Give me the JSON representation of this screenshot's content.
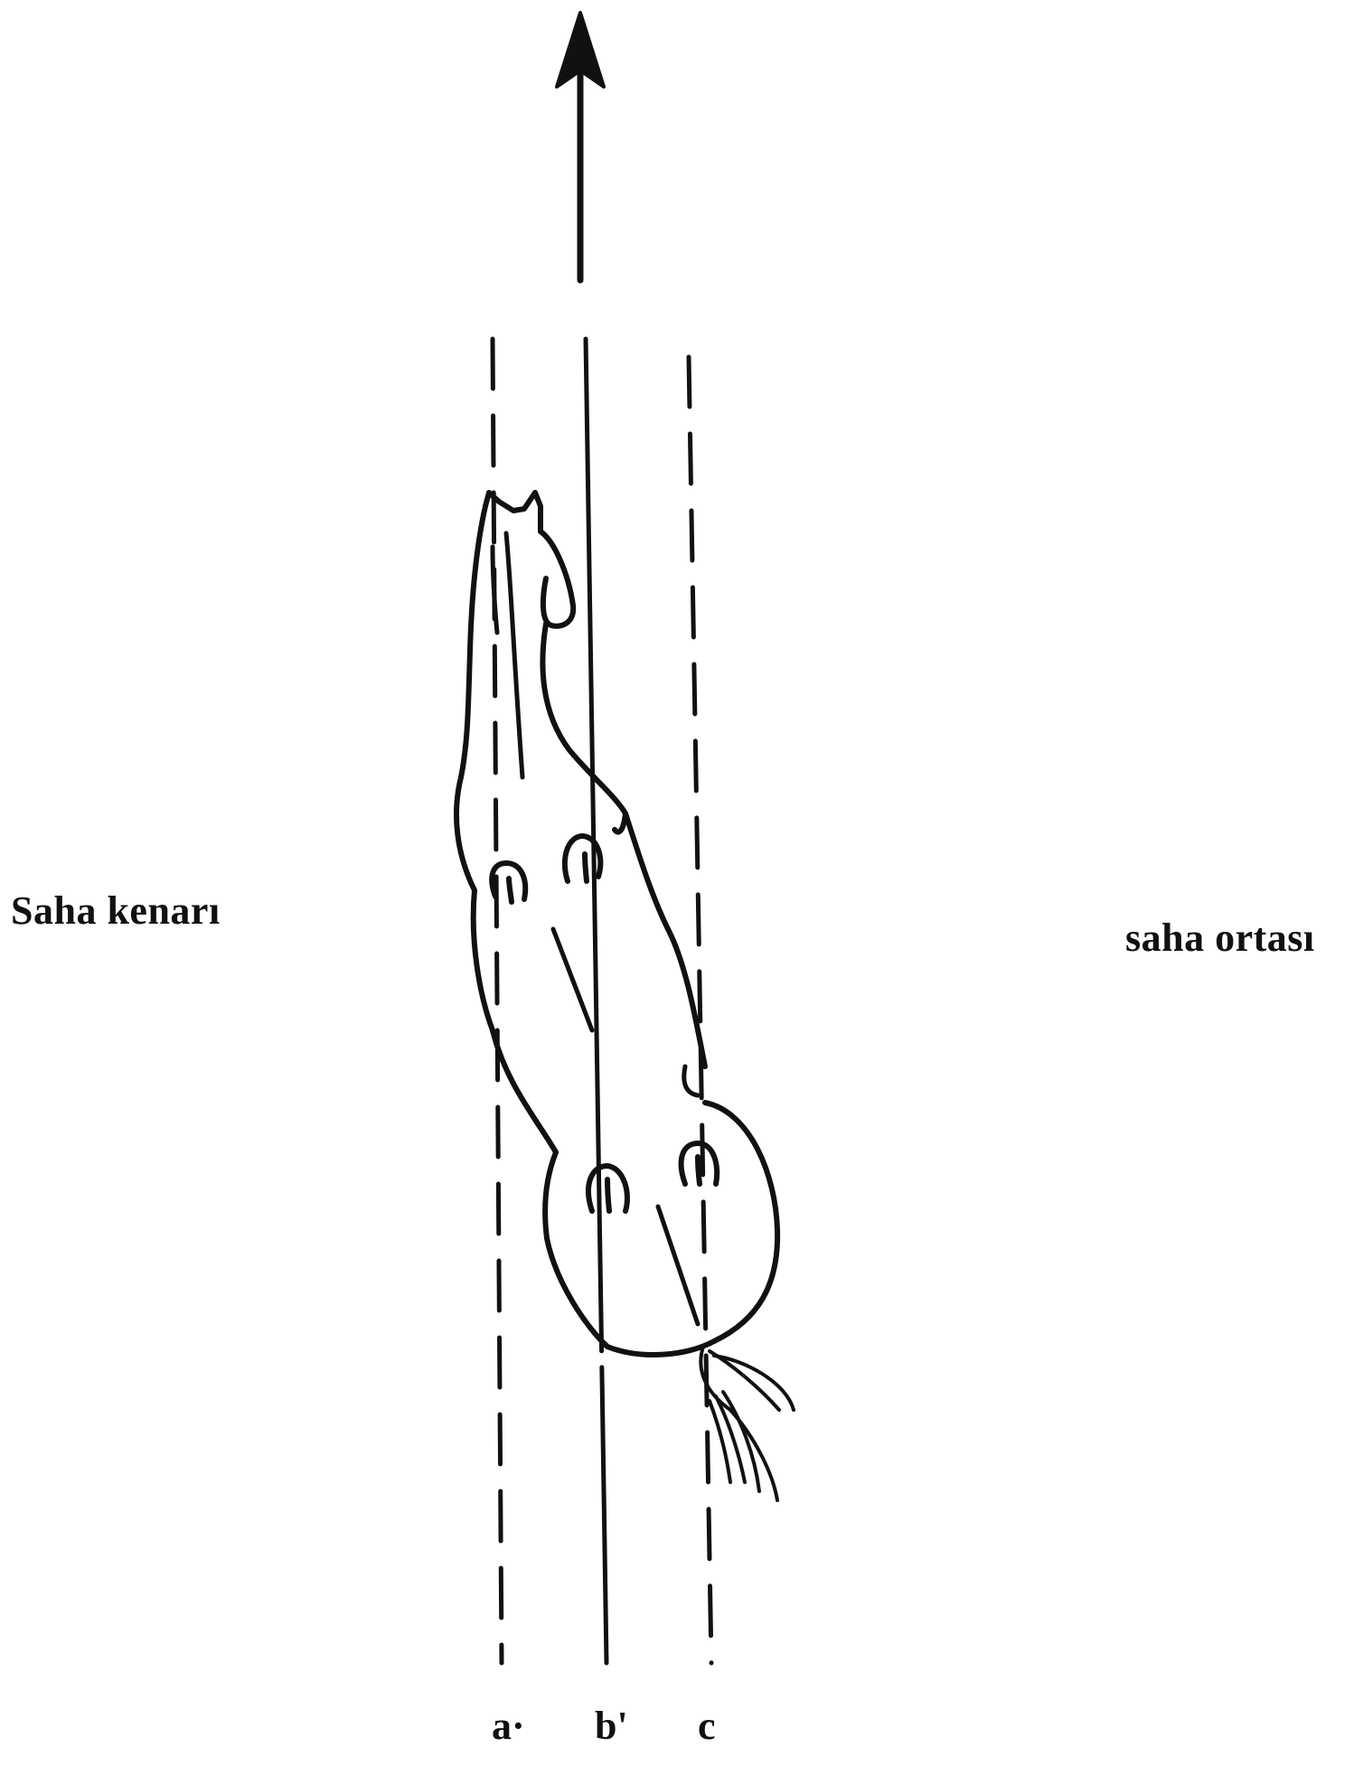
{
  "labels": {
    "left_side": "Saha kenarı",
    "right_side": "saha ortası",
    "track_a": "a·",
    "track_b": "b'",
    "track_c": "c"
  },
  "icons": {
    "direction": "arrow-up-icon",
    "animal": "horse-top-view-icon"
  },
  "colors": {
    "ink": "#111111",
    "background": "#ffffff"
  }
}
